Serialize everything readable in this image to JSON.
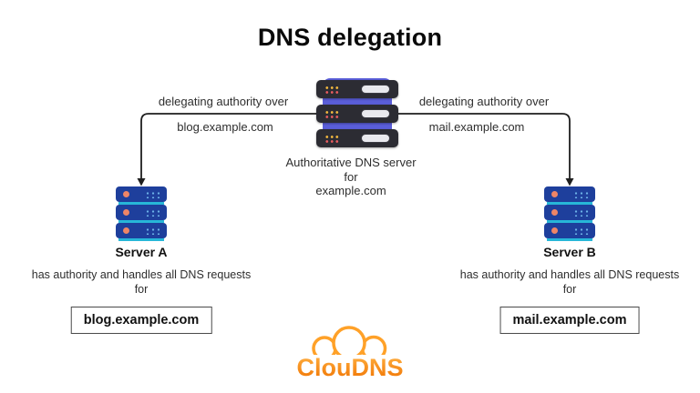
{
  "title": "DNS delegation",
  "center_server": {
    "icon": "server-stack-icon",
    "caption_line1": "Authoritative DNS server",
    "caption_line2": "for",
    "caption_line3": "example.com"
  },
  "left_branch": {
    "arrow_label_line1": "delegating authority over",
    "arrow_label_line2": "blog.example.com",
    "server_name": "Server A",
    "description_line1": "has authority and handles all DNS requests",
    "description_line2": "for",
    "domain_box": "blog.example.com"
  },
  "right_branch": {
    "arrow_label_line1": "delegating authority over",
    "arrow_label_line2": "mail.example.com",
    "server_name": "Server B",
    "description_line1": "has authority and handles all DNS requests",
    "description_line2": "for",
    "domain_box": "mail.example.com"
  },
  "logo": {
    "brand": "ClouDNS"
  },
  "colors": {
    "center_chassis_blue": "#5a5ed9",
    "center_panel_dark": "#2c2c33",
    "led_yellow": "#f2b83e",
    "led_red": "#e85b5e",
    "side_server_navy": "#1e3f9c",
    "side_server_cyan": "#27b7d8",
    "side_server_orange": "#ee8566",
    "side_server_dot_blue": "#6db3e8",
    "connector_black": "#1f1f1f",
    "logo_orange_light": "#ffb143",
    "logo_orange_dark": "#f07300"
  }
}
